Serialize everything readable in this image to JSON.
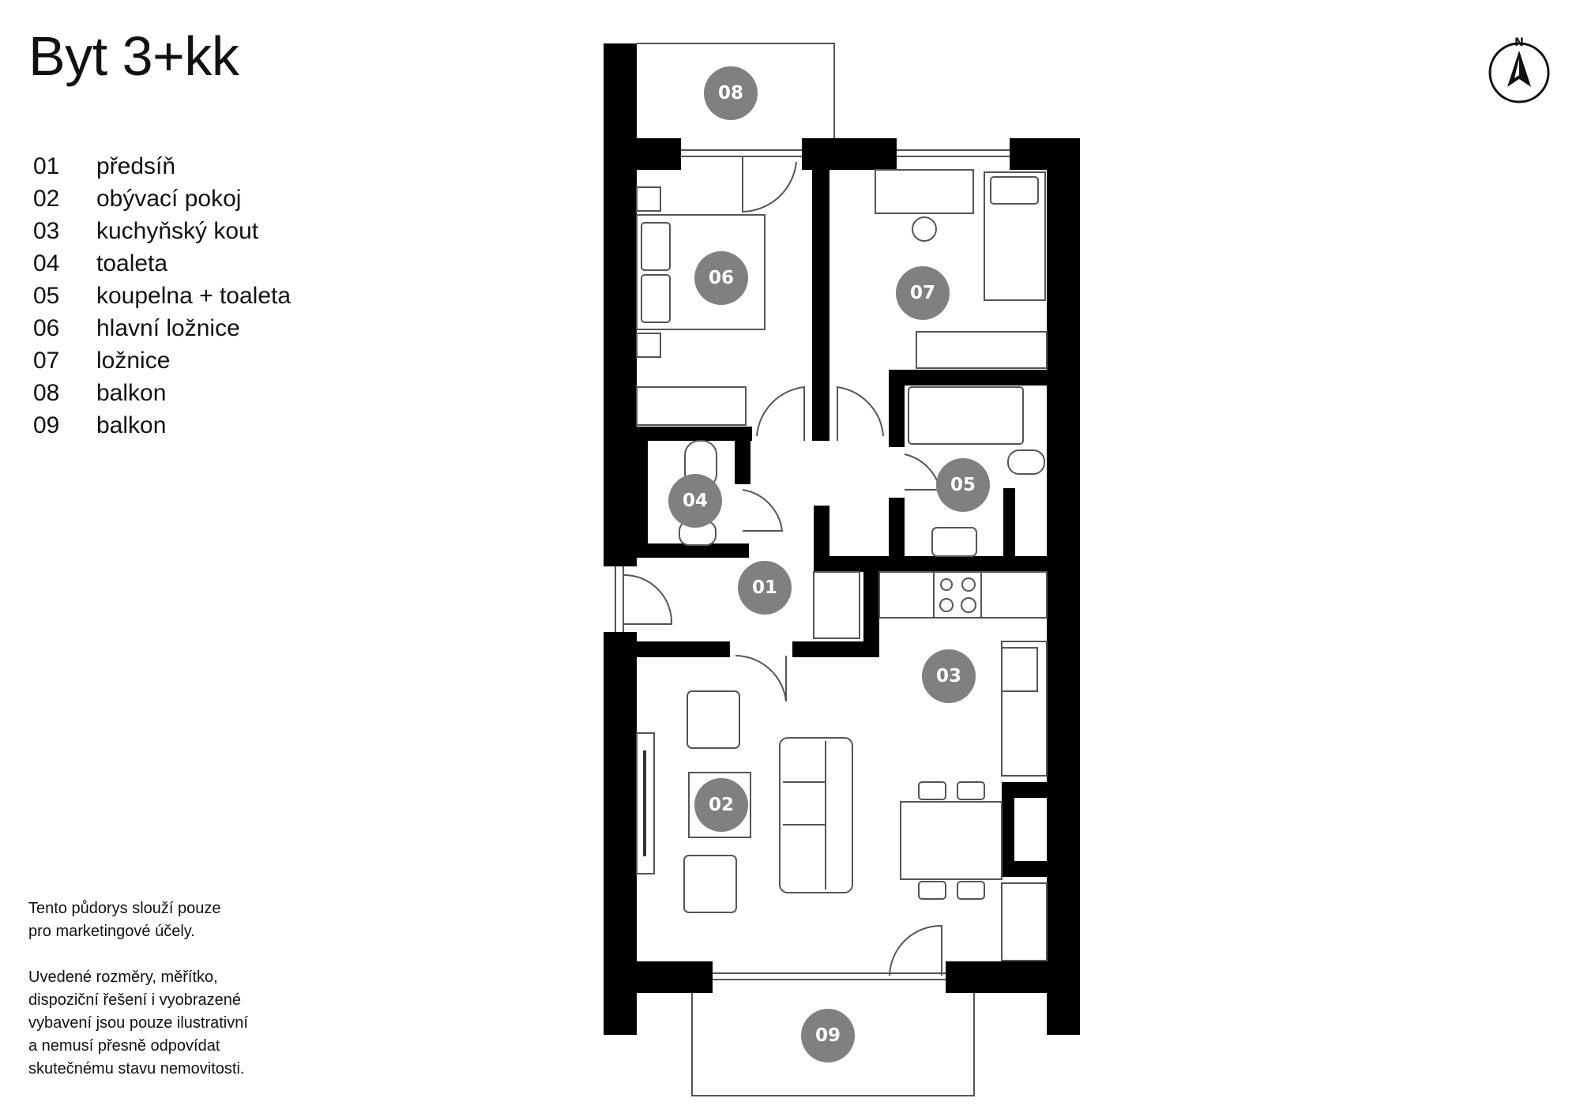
{
  "title": "Byt 3+kk",
  "legend": [
    {
      "num": "01",
      "label": "předsíň"
    },
    {
      "num": "02",
      "label": "obývací pokoj"
    },
    {
      "num": "03",
      "label": "kuchyňský kout"
    },
    {
      "num": "04",
      "label": "toaleta"
    },
    {
      "num": "05",
      "label": "koupelna + toaleta"
    },
    {
      "num": "06",
      "label": "hlavní ložnice"
    },
    {
      "num": "07",
      "label": "ložnice"
    },
    {
      "num": "08",
      "label": "balkon"
    },
    {
      "num": "09",
      "label": "balkon"
    }
  ],
  "disclaimer": {
    "p1": [
      "Tento půdorys slouží pouze",
      "pro marketingové účely."
    ],
    "p2": [
      "Uvedené rozměry, měřítko,",
      "dispoziční řešení i vyobrazené",
      "vybavení jsou pouze ilustrativní",
      "a nemusí přesně odpovídat",
      "skutečnému stavu nemovitosti."
    ]
  },
  "compass": {
    "label": "N"
  },
  "rooms": {
    "r01": "01",
    "r02": "02",
    "r03": "03",
    "r04": "04",
    "r05": "05",
    "r06": "06",
    "r07": "07",
    "r08": "08",
    "r09": "09"
  },
  "colors": {
    "wall": "#000000",
    "badge": "#808080",
    "line": "#555555"
  }
}
